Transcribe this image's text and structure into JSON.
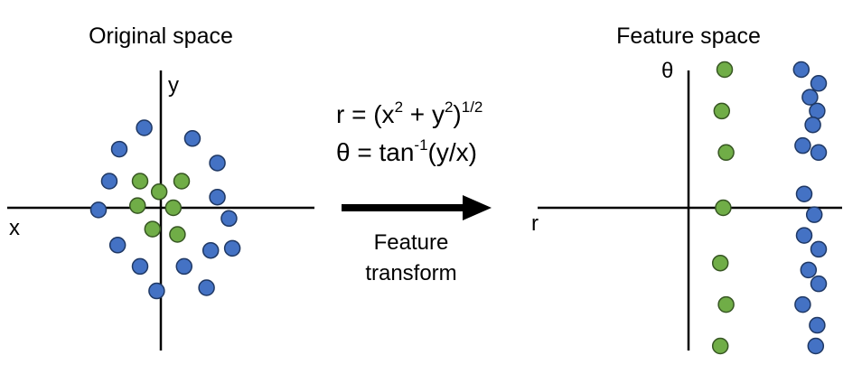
{
  "colors": {
    "outer_ring": "#4472C4",
    "inner_ring": "#70AD47",
    "dot_stroke": "#1F3864",
    "dot_stroke_green": "#375623",
    "axis": "#000000",
    "arrow": "#000000"
  },
  "left_panel": {
    "title": "Original space",
    "x_label": "x",
    "y_label": "y",
    "points": [
      {
        "x": 0.25,
        "y": 0.25,
        "ring": "inner"
      },
      {
        "x": -0.25,
        "y": 0.25,
        "ring": "inner"
      },
      {
        "x": -0.02,
        "y": 0.15,
        "ring": "inner"
      },
      {
        "x": -0.28,
        "y": 0.02,
        "ring": "inner"
      },
      {
        "x": 0.15,
        "y": 0.0,
        "ring": "inner"
      },
      {
        "x": -0.1,
        "y": -0.2,
        "ring": "inner"
      },
      {
        "x": 0.2,
        "y": -0.25,
        "ring": "inner"
      },
      {
        "x": -0.2,
        "y": 0.75,
        "ring": "outer"
      },
      {
        "x": 0.38,
        "y": 0.65,
        "ring": "outer"
      },
      {
        "x": -0.5,
        "y": 0.55,
        "ring": "outer"
      },
      {
        "x": 0.68,
        "y": 0.42,
        "ring": "outer"
      },
      {
        "x": -0.62,
        "y": 0.25,
        "ring": "outer"
      },
      {
        "x": 0.68,
        "y": 0.1,
        "ring": "outer"
      },
      {
        "x": -0.75,
        "y": -0.02,
        "ring": "outer"
      },
      {
        "x": 0.82,
        "y": -0.1,
        "ring": "outer"
      },
      {
        "x": -0.52,
        "y": -0.35,
        "ring": "outer"
      },
      {
        "x": 0.6,
        "y": -0.4,
        "ring": "outer"
      },
      {
        "x": 0.86,
        "y": -0.38,
        "ring": "outer"
      },
      {
        "x": -0.25,
        "y": -0.55,
        "ring": "outer"
      },
      {
        "x": 0.28,
        "y": -0.55,
        "ring": "outer"
      },
      {
        "x": -0.05,
        "y": -0.78,
        "ring": "outer"
      },
      {
        "x": 0.55,
        "y": -0.75,
        "ring": "outer"
      }
    ]
  },
  "middle": {
    "eq1_main": "r = (x",
    "eq1_sup1": "2",
    "eq1_mid": " + y",
    "eq1_sup2": "2",
    "eq1_close": ")",
    "eq1_sup3": "1/2",
    "eq2_main": "θ = tan",
    "eq2_sup": "-1",
    "eq2_rest": "(y/x)",
    "caption_line1": "Feature",
    "caption_line2": "transform"
  },
  "right_panel": {
    "title": "Feature space",
    "x_label": "r",
    "y_label": "θ",
    "points": [
      {
        "r": 0.25,
        "theta": 1.0,
        "ring": "inner"
      },
      {
        "r": 0.23,
        "theta": 0.7,
        "ring": "inner"
      },
      {
        "r": 0.26,
        "theta": 0.4,
        "ring": "inner"
      },
      {
        "r": 0.24,
        "theta": 0.0,
        "ring": "inner"
      },
      {
        "r": 0.22,
        "theta": -0.4,
        "ring": "inner"
      },
      {
        "r": 0.26,
        "theta": -0.7,
        "ring": "inner"
      },
      {
        "r": 0.22,
        "theta": -1.0,
        "ring": "inner"
      },
      {
        "r": 0.78,
        "theta": 1.0,
        "ring": "outer"
      },
      {
        "r": 0.9,
        "theta": 0.9,
        "ring": "outer"
      },
      {
        "r": 0.84,
        "theta": 0.8,
        "ring": "outer"
      },
      {
        "r": 0.89,
        "theta": 0.7,
        "ring": "outer"
      },
      {
        "r": 0.86,
        "theta": 0.6,
        "ring": "outer"
      },
      {
        "r": 0.79,
        "theta": 0.45,
        "ring": "outer"
      },
      {
        "r": 0.9,
        "theta": 0.4,
        "ring": "outer"
      },
      {
        "r": 0.8,
        "theta": 0.1,
        "ring": "outer"
      },
      {
        "r": 0.87,
        "theta": -0.05,
        "ring": "outer"
      },
      {
        "r": 0.8,
        "theta": -0.2,
        "ring": "outer"
      },
      {
        "r": 0.9,
        "theta": -0.3,
        "ring": "outer"
      },
      {
        "r": 0.83,
        "theta": -0.45,
        "ring": "outer"
      },
      {
        "r": 0.9,
        "theta": -0.55,
        "ring": "outer"
      },
      {
        "r": 0.79,
        "theta": -0.7,
        "ring": "outer"
      },
      {
        "r": 0.89,
        "theta": -0.85,
        "ring": "outer"
      },
      {
        "r": 0.88,
        "theta": -1.0,
        "ring": "outer"
      }
    ]
  }
}
